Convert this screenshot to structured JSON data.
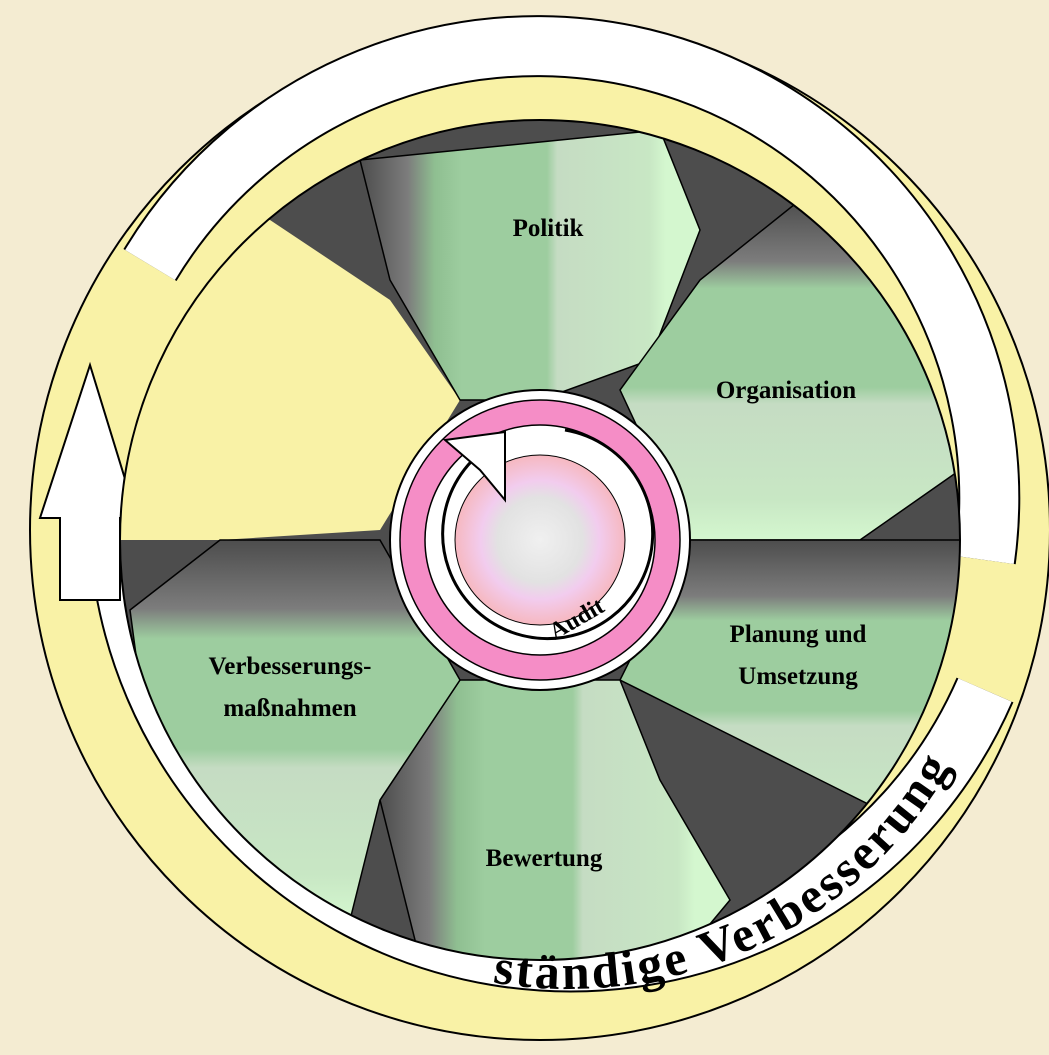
{
  "diagram": {
    "segments": [
      {
        "id": "politik",
        "lines": [
          "Politik"
        ]
      },
      {
        "id": "organisation",
        "lines": [
          "Organisation"
        ]
      },
      {
        "id": "planung",
        "lines": [
          "Planung und",
          "Umsetzung"
        ]
      },
      {
        "id": "bewertung",
        "lines": [
          "Bewertung"
        ]
      },
      {
        "id": "verbesserung",
        "lines": [
          "Verbesserungs-",
          "maßnahmen"
        ]
      }
    ],
    "center_label": "Audit",
    "outer_label": "ständige Verbesserung",
    "colors": {
      "background": "#f4ecd2",
      "outer_ring": "#f9f2a6",
      "arrow": "#ffffff",
      "dark": "#4d4d4d",
      "gray": "#8a8a8a",
      "green": "#9dcd9f",
      "pale_green": "#c8e7c4",
      "mint": "#d4f7cf",
      "hub_pink": "#f58dc6",
      "hub_center": "#e8e8e8"
    }
  }
}
